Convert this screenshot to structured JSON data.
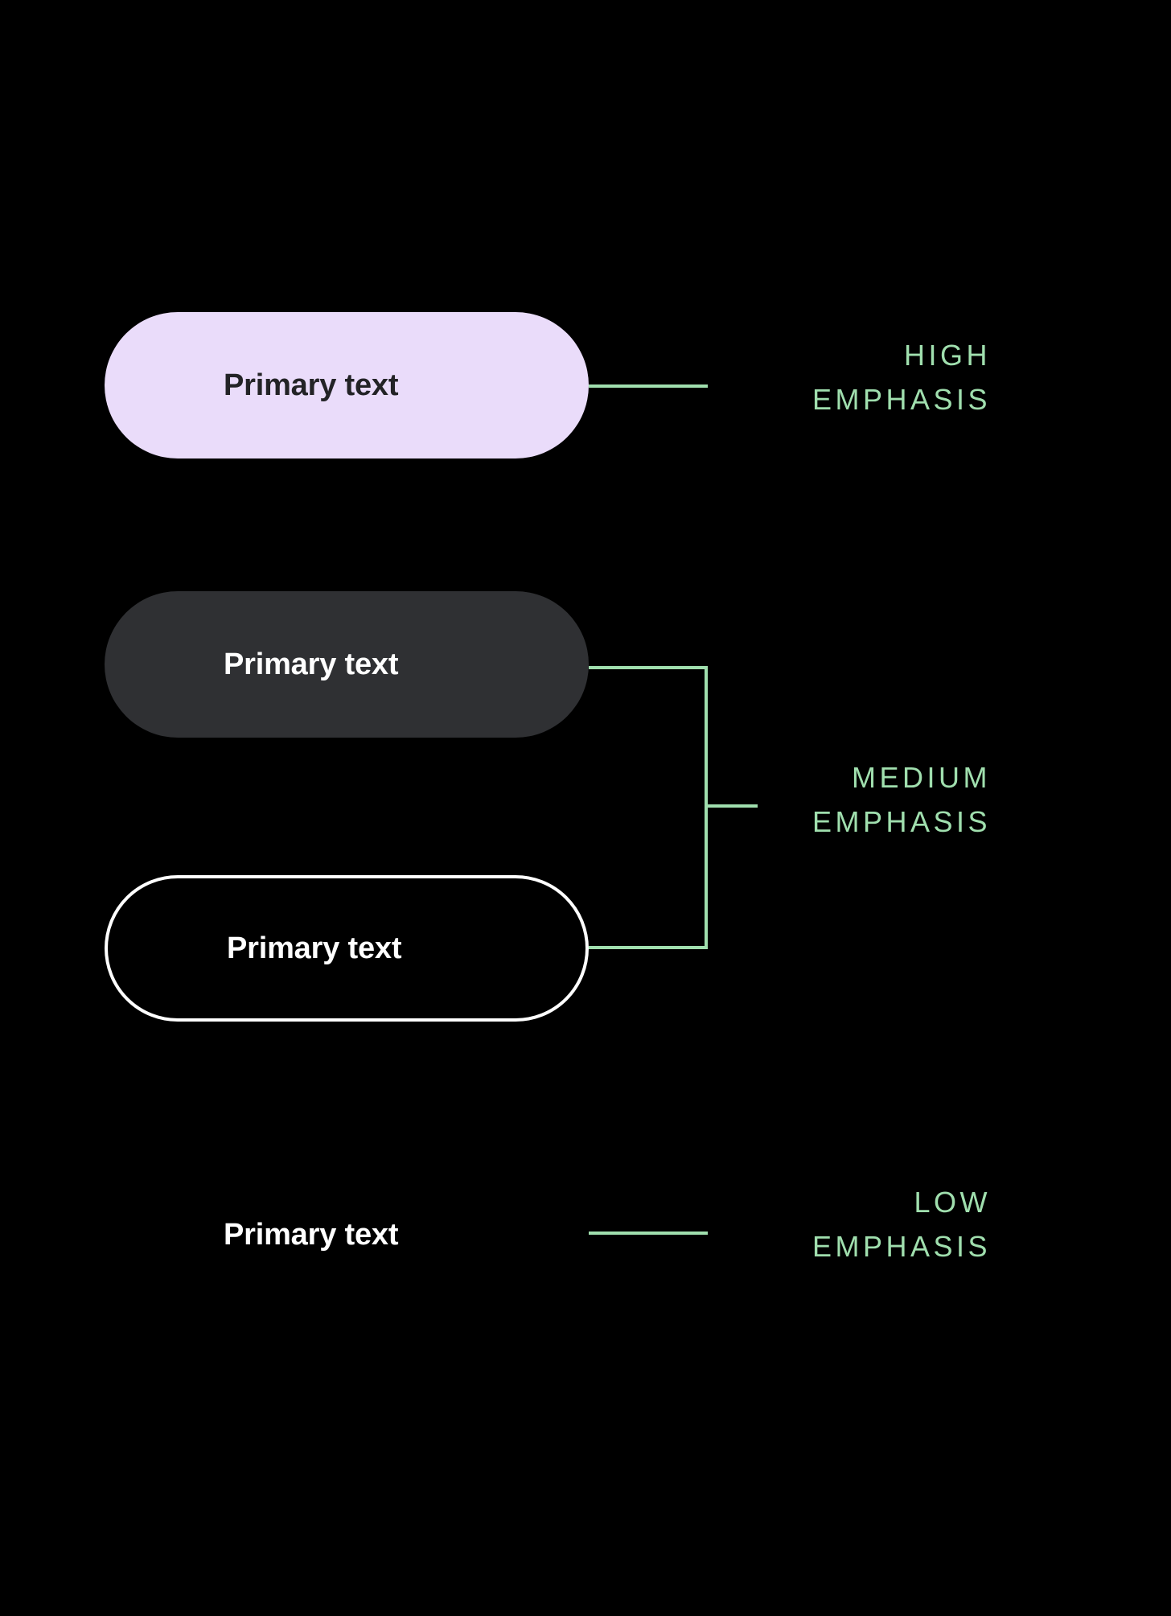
{
  "page": {
    "background_color": "#000000",
    "accent_green": "#A0DFAE"
  },
  "buttons": [
    {
      "id": "high-emphasis-filled",
      "label": "Primary text",
      "style": "filled",
      "background_color": "#EADCFA",
      "text_color": "#232326",
      "emphasis": "high"
    },
    {
      "id": "medium-emphasis-tonal",
      "label": "Primary text",
      "style": "tonal",
      "background_color": "#2F3033",
      "text_color": "#FFFFFF",
      "emphasis": "medium"
    },
    {
      "id": "medium-emphasis-outlined",
      "label": "Primary text",
      "style": "outlined",
      "background_color": "#000000",
      "border_color": "#FFFFFF",
      "text_color": "#FFFFFF",
      "emphasis": "medium"
    },
    {
      "id": "low-emphasis-text",
      "label": "Primary text",
      "style": "text",
      "background_color": "transparent",
      "text_color": "#FFFFFF",
      "emphasis": "low"
    }
  ],
  "annotations": [
    {
      "id": "high",
      "line_1": "HIGH",
      "line_2": "EMPHASIS",
      "color": "#A0DFAE",
      "connector": "single-line"
    },
    {
      "id": "medium",
      "line_1": "MEDIUM",
      "line_2": "EMPHASIS",
      "color": "#A0DFAE",
      "connector": "bracket"
    },
    {
      "id": "low",
      "line_1": "LOW",
      "line_2": "EMPHASIS",
      "color": "#A0DFAE",
      "connector": "single-line"
    }
  ]
}
